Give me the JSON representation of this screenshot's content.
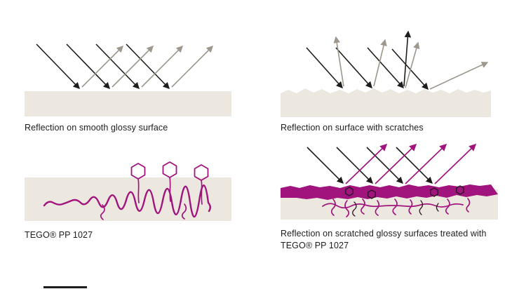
{
  "colors": {
    "background": "#ffffff",
    "surface": "#ece8df",
    "arrow_incoming": "#1d1d1b",
    "arrow_reflected_gray": "#9d978e",
    "magenta": "#a1147e",
    "text": "#1d1d1b"
  },
  "panels": {
    "smooth": {
      "caption": "Reflection on smooth glossy surface"
    },
    "scratches": {
      "caption": "Reflection on surface with scratches"
    },
    "tego": {
      "caption": "TEGO® PP 1027"
    },
    "treated": {
      "caption": "Reflection on scratched glossy surfaces treated with TEGO® PP 1027"
    }
  }
}
